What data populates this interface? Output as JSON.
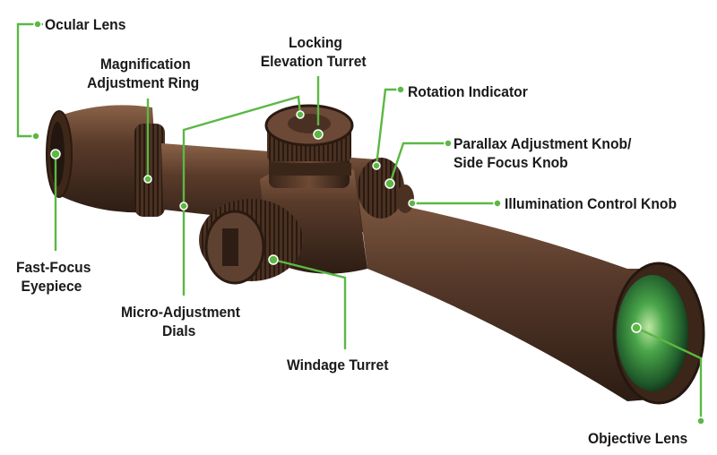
{
  "colors": {
    "callout": "#5bb844",
    "body": "#5a3b2a",
    "body_light": "#8a6248",
    "body_dark": "#2e1d14",
    "lens": "#2f8a3c",
    "background": "#ffffff"
  },
  "labels": {
    "ocular_lens": "Ocular Lens",
    "magnification_1": "Magnification",
    "magnification_2": "Adjustment Ring",
    "locking_1": "Locking",
    "locking_2": "Elevation Turret",
    "rotation": "Rotation Indicator",
    "parallax_1": "Parallax Adjustment Knob/",
    "parallax_2": "Side Focus Knob",
    "illumination": "Illumination Control Knob",
    "fast_focus_1": "Fast-Focus",
    "fast_focus_2": "Eyepiece",
    "micro_1": "Micro-Adjustment",
    "micro_2": "Dials",
    "windage": "Windage Turret",
    "objective": "Objective Lens"
  }
}
